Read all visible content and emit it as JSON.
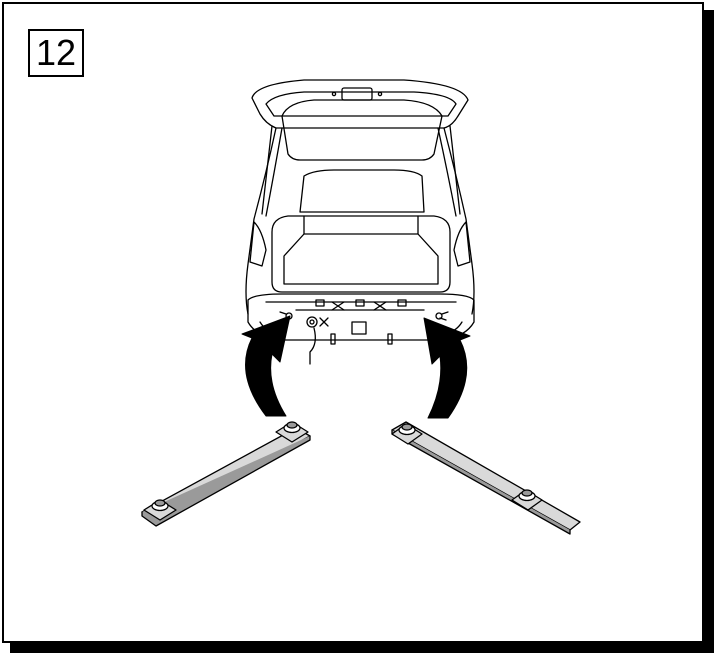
{
  "step": {
    "number": "12"
  },
  "colors": {
    "line": "#000000",
    "paper": "#ffffff",
    "bar_fill": "#d9d9d9",
    "bar_dark": "#9a9a9a",
    "arrow": "#000000"
  },
  "icons": {
    "parts": [
      "vehicle-rear-view",
      "tow-bar-bracket-left",
      "tow-bar-bracket-right",
      "install-arrow-left",
      "install-arrow-right"
    ]
  }
}
